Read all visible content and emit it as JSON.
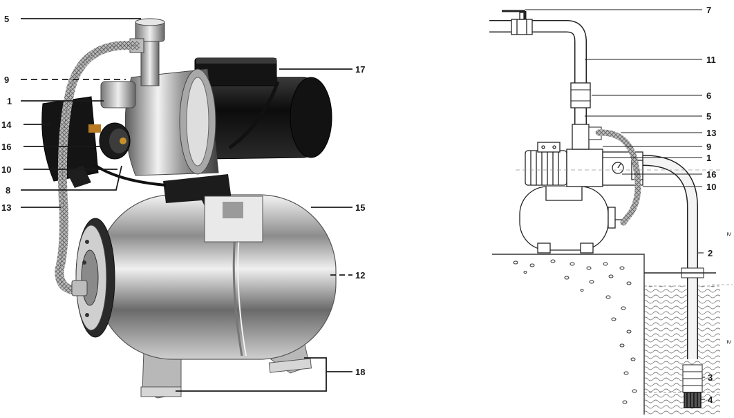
{
  "left_panel": {
    "callouts": [
      {
        "id": "5",
        "label": "5",
        "side": "left"
      },
      {
        "id": "9",
        "label": "9",
        "side": "left",
        "dashed": true
      },
      {
        "id": "1",
        "label": "1",
        "side": "left"
      },
      {
        "id": "14",
        "label": "14",
        "side": "left"
      },
      {
        "id": "16",
        "label": "16",
        "side": "left"
      },
      {
        "id": "10",
        "label": "10",
        "side": "left"
      },
      {
        "id": "8",
        "label": "8",
        "side": "left"
      },
      {
        "id": "13",
        "label": "13",
        "side": "left"
      },
      {
        "id": "17",
        "label": "17",
        "side": "right"
      },
      {
        "id": "15",
        "label": "15",
        "side": "right"
      },
      {
        "id": "12",
        "label": "12",
        "side": "right",
        "dashed": true
      },
      {
        "id": "18",
        "label": "18",
        "side": "right"
      }
    ]
  },
  "right_panel": {
    "callouts": [
      {
        "id": "7",
        "label": "7"
      },
      {
        "id": "11",
        "label": "11"
      },
      {
        "id": "6",
        "label": "6"
      },
      {
        "id": "5",
        "label": "5"
      },
      {
        "id": "13",
        "label": "13"
      },
      {
        "id": "9",
        "label": "9"
      },
      {
        "id": "1",
        "label": "1"
      },
      {
        "id": "16",
        "label": "16"
      },
      {
        "id": "10",
        "label": "10"
      },
      {
        "id": "2",
        "label": "2"
      },
      {
        "id": "3",
        "label": "3"
      },
      {
        "id": "4",
        "label": "4"
      }
    ],
    "side_marks": [
      "≥",
      "≥"
    ]
  },
  "colors": {
    "steel": "#c9c9c9",
    "motor": "#161616",
    "water": "#8a8a8a",
    "line": "#1a1a1a"
  }
}
